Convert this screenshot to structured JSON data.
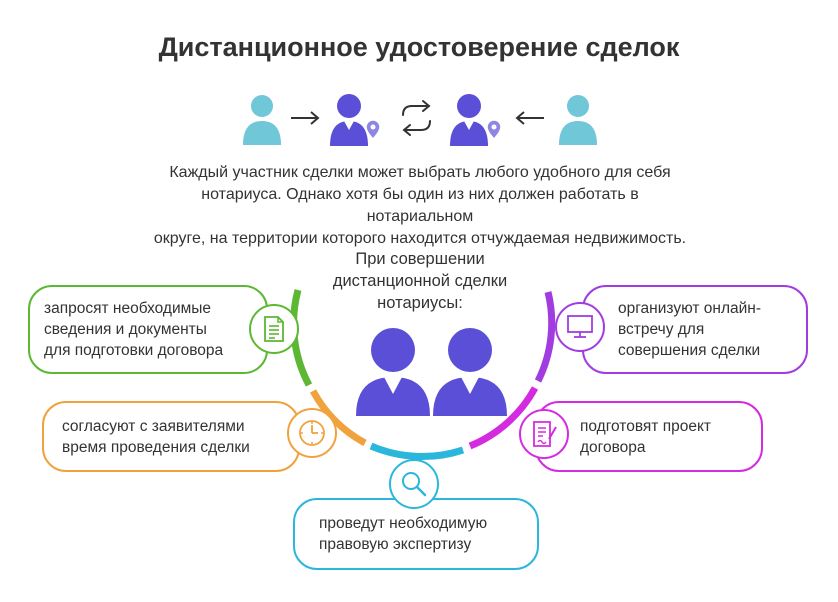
{
  "title": "Дистанционное удостоверение сделок",
  "intro": {
    "line1": "Каждый участник сделки может выбрать любого удобного для себя",
    "line2": "нотариуса. Однако хотя бы один из них должен работать в нотариальном",
    "line3": "округе, на территории которого находится отчуждаемая недвижимость."
  },
  "center": {
    "line1": "При совершении",
    "line2": "дистанционной сделки",
    "line3": "нотариусы:"
  },
  "steps": {
    "documents": {
      "line1": "запросят необходимые",
      "line2": "сведения и документы",
      "line3": "для подготовки договора",
      "color": "#5cb832",
      "icon": "document-list-icon"
    },
    "schedule": {
      "line1": "согласуют с заявителями",
      "line2": "время проведения сделки",
      "color": "#f0a23c",
      "icon": "clock-icon"
    },
    "expertise": {
      "line1": "проведут необходимую",
      "line2": "правовую экспертизу",
      "color": "#2bb6dc",
      "icon": "magnifier-icon"
    },
    "contract": {
      "line1": "подготовят проект",
      "line2": "договора",
      "color": "#d52be0",
      "icon": "signed-contract-icon"
    },
    "meeting": {
      "line1": "организуют онлайн-",
      "line2": "встречу для",
      "line3": "совершения сделки",
      "color": "#a13de0",
      "icon": "monitor-icon"
    }
  },
  "colors": {
    "participant": "#6fc7d8",
    "notary": "#5a4fd6",
    "location_pin": "#8f85e3",
    "arrows": "#333333"
  }
}
